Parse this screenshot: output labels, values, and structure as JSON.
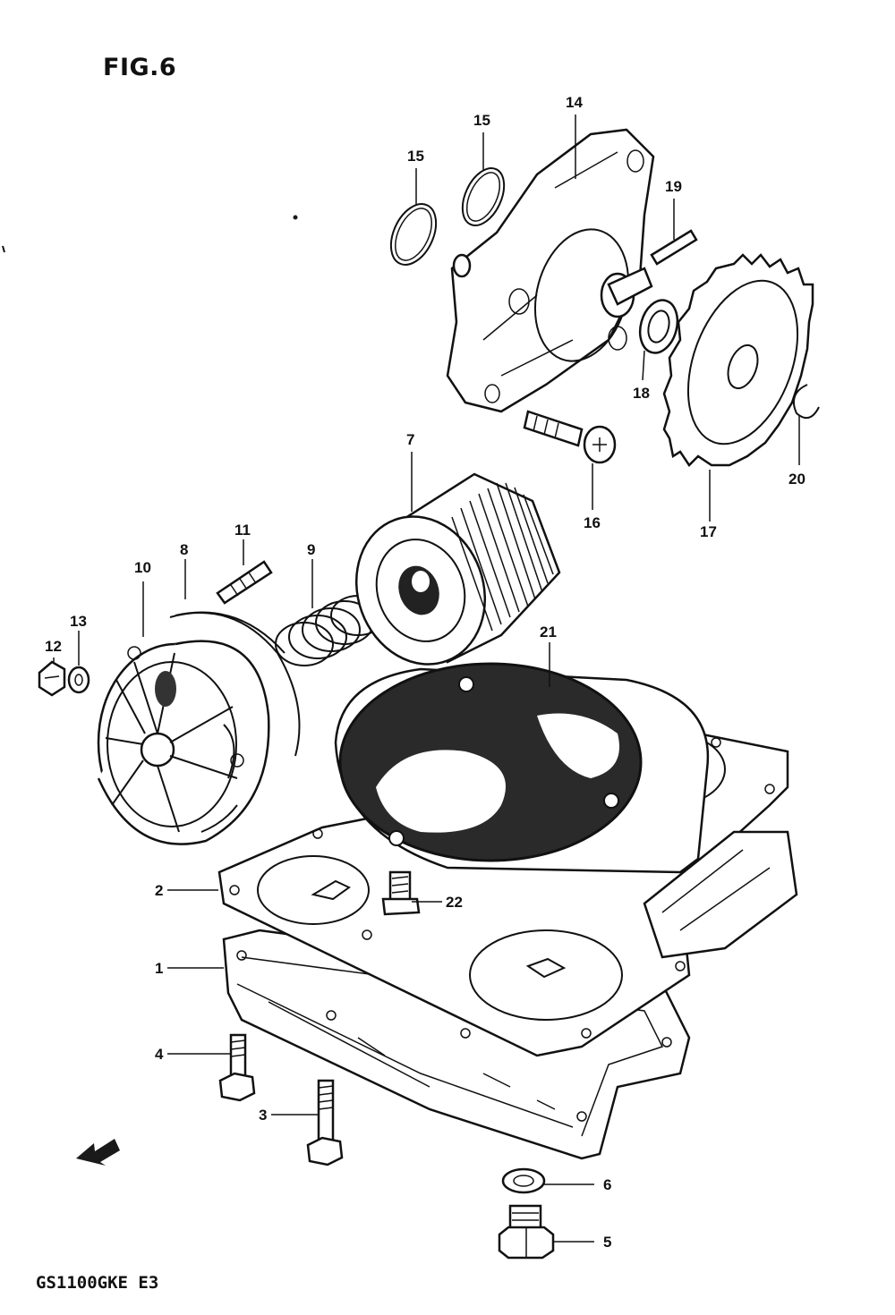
{
  "figure": {
    "title": "FIG.6",
    "model_code": "GS1100GKE  E3"
  },
  "callouts": [
    {
      "id": "c1",
      "label": "1"
    },
    {
      "id": "c2",
      "label": "2"
    },
    {
      "id": "c3",
      "label": "3"
    },
    {
      "id": "c4",
      "label": "4"
    },
    {
      "id": "c5",
      "label": "5"
    },
    {
      "id": "c6",
      "label": "6"
    },
    {
      "id": "c7",
      "label": "7"
    },
    {
      "id": "c8",
      "label": "8"
    },
    {
      "id": "c9",
      "label": "9"
    },
    {
      "id": "c10",
      "label": "10"
    },
    {
      "id": "c11",
      "label": "11"
    },
    {
      "id": "c12",
      "label": "12"
    },
    {
      "id": "c13",
      "label": "13"
    },
    {
      "id": "c14",
      "label": "14"
    },
    {
      "id": "c15a",
      "label": "15"
    },
    {
      "id": "c15b",
      "label": "15"
    },
    {
      "id": "c16",
      "label": "16"
    },
    {
      "id": "c17",
      "label": "17"
    },
    {
      "id": "c18",
      "label": "18"
    },
    {
      "id": "c19",
      "label": "19"
    },
    {
      "id": "c20",
      "label": "20"
    },
    {
      "id": "c21",
      "label": "21"
    },
    {
      "id": "c22",
      "label": "22"
    }
  ],
  "icons": {
    "direction_arrow": "front-arrow-icon"
  }
}
